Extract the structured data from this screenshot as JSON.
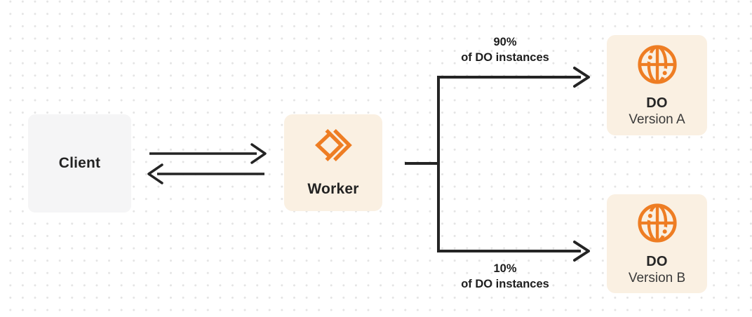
{
  "diagram": {
    "nodes": {
      "client": {
        "label": "Client"
      },
      "worker": {
        "label": "Worker"
      },
      "do_version_a": {
        "title": "DO",
        "subtitle": "Version A"
      },
      "do_version_b": {
        "title": "DO",
        "subtitle": "Version B"
      }
    },
    "edge_labels": {
      "top": {
        "line1": "90%",
        "line2": "of DO instances"
      },
      "bottom": {
        "line1": "10%",
        "line2": "of DO instances"
      }
    },
    "icons": {
      "worker": "workers-chevrons-icon",
      "do_version_a": "globe-icon",
      "do_version_b": "globe-icon"
    },
    "colors": {
      "accent_orange": "#EE7D23",
      "node_cream": "#FAF0E2",
      "node_gray": "#F5F5F6",
      "connector_dark": "#242424",
      "background_dot": "#E4E4E4"
    }
  }
}
